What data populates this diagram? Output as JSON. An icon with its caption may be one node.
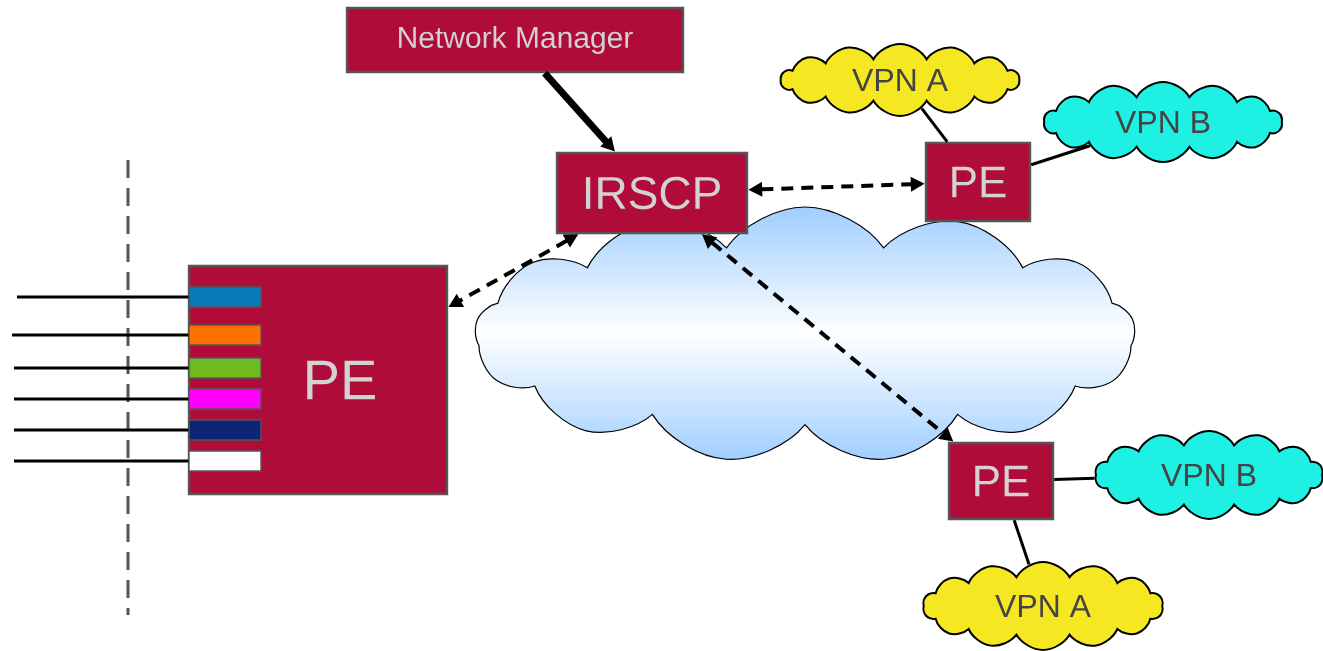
{
  "diagram": {
    "nodes": [
      {
        "text": [
          "Network Manager"
        ]
      },
      {
        "text": [
          "IRSCP"
        ]
      },
      {
        "text": [
          "VPN A"
        ]
      },
      {
        "text": [
          "VPN B"
        ]
      },
      {
        "text": [
          "PE"
        ]
      },
      {
        "text": [
          "PE"
        ]
      },
      {
        "text": [],
        "shape": "box",
        "in": 5
      },
      {
        "text": [],
        "shape": "box",
        "in": 5
      },
      {
        "text": [],
        "shape": "box",
        "in": 5
      },
      {
        "text": [],
        "shape": "box",
        "in": 5
      },
      {
        "text": [],
        "shape": "box",
        "in": 5
      },
      {
        "text": [],
        "shape": "box",
        "in": 5
      },
      {
        "text": [
          "PE"
        ]
      },
      {
        "text": [
          "VPN B"
        ]
      },
      {
        "text": [
          "VPN A"
        ]
      }
    ],
    "edges": [
      {
        "from": 0,
        "to": 1,
        "arrow": "to",
        "style": "thick"
      },
      {
        "from": 1,
        "to": 4,
        "arrow": "both",
        "style": "dashed"
      },
      {
        "from": 1,
        "to": 5,
        "arrow": "both",
        "style": "dashed"
      },
      {
        "from": 1,
        "to": 12,
        "arrow": "both",
        "style": "dashed"
      },
      {
        "from": 2,
        "to": 4,
        "arrow": "none"
      },
      {
        "from": 4,
        "to": 3,
        "arrow": "none"
      },
      {
        "from": 12,
        "to": 13,
        "arrow": "none"
      },
      {
        "from": 12,
        "to": 14,
        "arrow": "none"
      },
      {
        "from": null,
        "to": 6,
        "arrow": "none"
      },
      {
        "from": null,
        "to": 7,
        "arrow": "none"
      },
      {
        "from": null,
        "to": 8,
        "arrow": "none"
      },
      {
        "from": null,
        "to": 9,
        "arrow": "none"
      },
      {
        "from": null,
        "to": 10,
        "arrow": "none"
      },
      {
        "from": null,
        "to": 11,
        "arrow": "none"
      }
    ]
  }
}
